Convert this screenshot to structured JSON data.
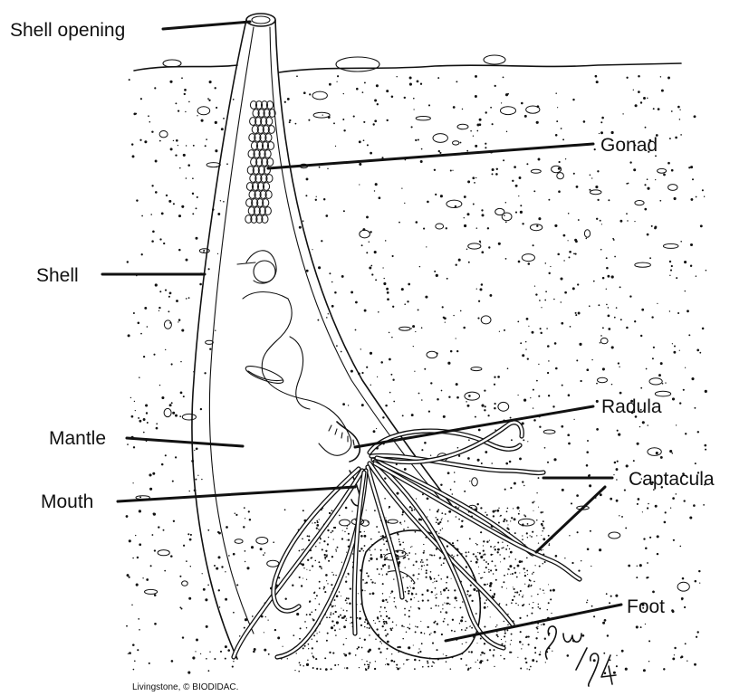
{
  "labels": {
    "shell_opening": "Shell opening",
    "gonad": "Gonad",
    "shell": "Shell",
    "radula": "Radula",
    "mantle": "Mantle",
    "captacula": "Captacula",
    "mouth": "Mouth",
    "foot": "Foot"
  },
  "credit": "Livingstone, © BIODIDAC.",
  "colors": {
    "ink": "#111111",
    "paper": "#ffffff"
  }
}
